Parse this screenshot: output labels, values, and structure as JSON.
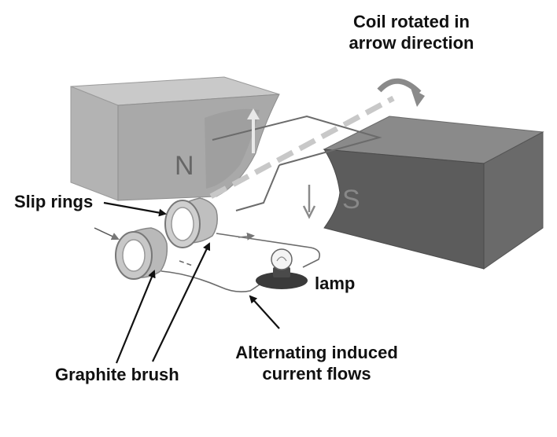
{
  "labels": {
    "coil_line1": "Coil rotated in",
    "coil_line2": "arrow direction",
    "slip_rings": "Slip rings",
    "lamp": "lamp",
    "graphite_brush": "Graphite brush",
    "current_line1": "Alternating induced",
    "current_line2": "current flows"
  },
  "poles": {
    "north": "N",
    "south": "S"
  },
  "colors": {
    "magnet_north_front": "#a9a9a9",
    "magnet_north_top": "#c9c9c9",
    "magnet_south_front": "#5c5c5c",
    "magnet_south_top": "#8a8a8a",
    "wire": "#6b6b6b",
    "ring": "#b9b9b9",
    "label_text": "#111111"
  }
}
